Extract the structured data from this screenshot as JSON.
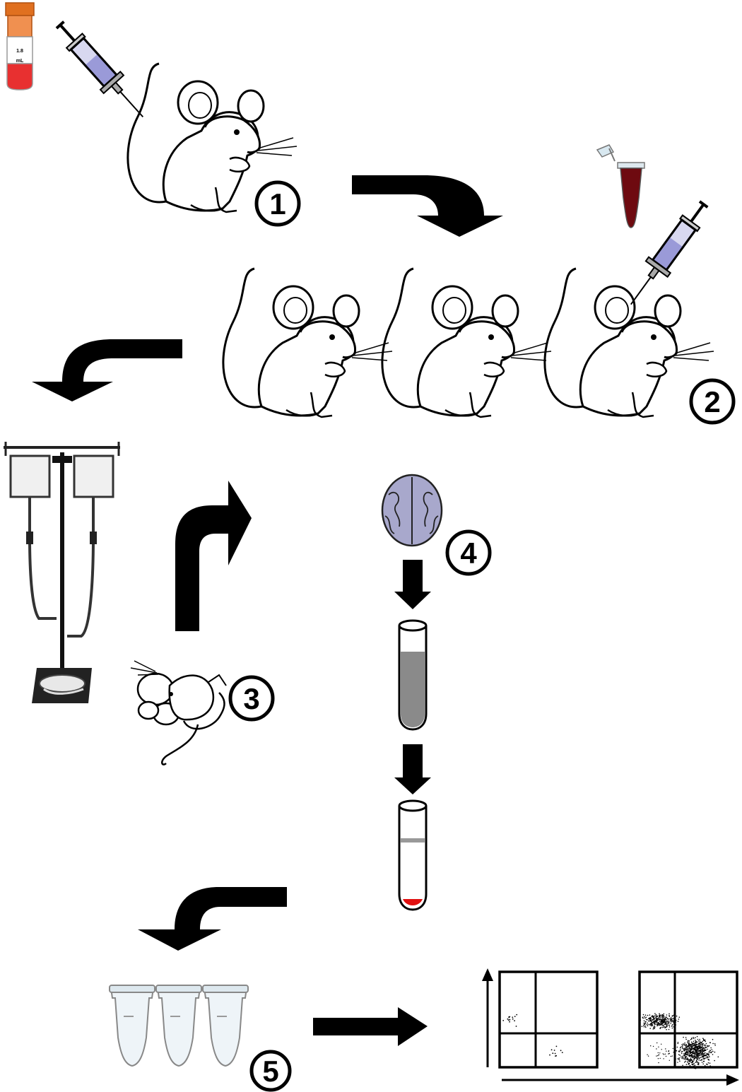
{
  "steps": [
    {
      "number": "1"
    },
    {
      "number": "2"
    },
    {
      "number": "3"
    },
    {
      "number": "4"
    },
    {
      "number": "5"
    }
  ],
  "vial": {
    "volume": "1.8",
    "unit": "mL"
  },
  "colors": {
    "arrow": "#000000",
    "blood_tube": "#6e0a10",
    "vial_cap": "#e07020",
    "vial_liquid": "#e83030",
    "syringe_barrel": "#9a9ad8",
    "brain": "#a8a8cc",
    "tube_medium": "#8a8a8a",
    "cell_pellet": "#e01010"
  },
  "icons": [
    "syringe-icon",
    "mouse-icon",
    "brain-icon",
    "test-tube-icon",
    "microcentrifuge-tube-icon",
    "perfusion-stand-icon",
    "flow-cytometry-plot-icon"
  ]
}
